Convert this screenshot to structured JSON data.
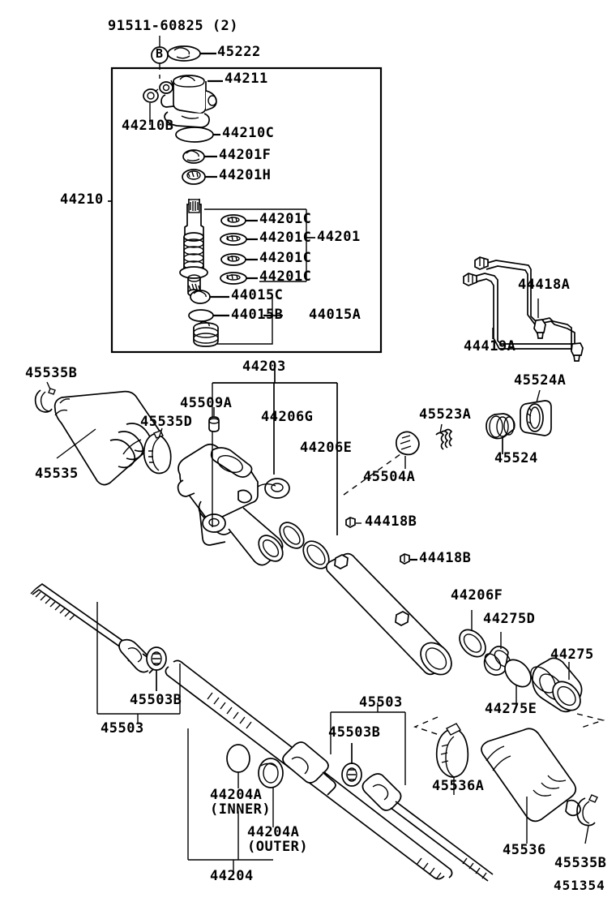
{
  "diagram": {
    "id": "451354",
    "title": "Power steering gear assembly exploded parts diagram",
    "line_color": "#000000",
    "background": "#ffffff"
  },
  "labels": {
    "top_bolt": "91511-60825 (2)",
    "b_circle": "B",
    "cap_45222": "45222",
    "housing_44211": "44211",
    "bolt_44210B": "44210B",
    "oring_44210C": "44210C",
    "seal_44201F": "44201F",
    "bearing_44201H": "44201H",
    "group_44210": "44210",
    "ring_44201C_1": "44201C",
    "ring_44201C_2": "44201C",
    "ring_44201C_3": "44201C",
    "ring_44201C_4": "44201C",
    "group_44201": "44201",
    "nut_44015C": "44015C",
    "oring_44015B": "44015B",
    "group_44015A": "44015A",
    "tube_44418A": "44418A",
    "tube_44419A": "44419A",
    "clamp_45535B_left": "45535B",
    "boot_45535": "45535",
    "clip_45535D": "45535D",
    "group_44203": "44203",
    "plug_45509A": "45509A",
    "seal_44206G": "44206G",
    "seal_44206E": "44206E",
    "spring_45523A": "45523A",
    "guide_45504A": "45504A",
    "bracket_45524A": "45524A",
    "bush_45524": "45524",
    "bolt_44418B_1": "44418B",
    "bolt_44418B_2": "44418B",
    "seal_44206F": "44206F",
    "bush_44275D": "44275D",
    "cap_44275": "44275",
    "oring_44275E": "44275E",
    "rod_45503_left": "45503",
    "nut_45503B_left": "45503B",
    "rod_45503_right": "45503",
    "nut_45503B_right": "45503B",
    "boot_44204A_inner": "44204A\n(INNER)",
    "boot_44204A_outer": "44204A\n(OUTER)",
    "group_44204": "44204",
    "clamp_45536A": "45536A",
    "boot_45536": "45536",
    "clamp_45535B_right": "45535B"
  }
}
